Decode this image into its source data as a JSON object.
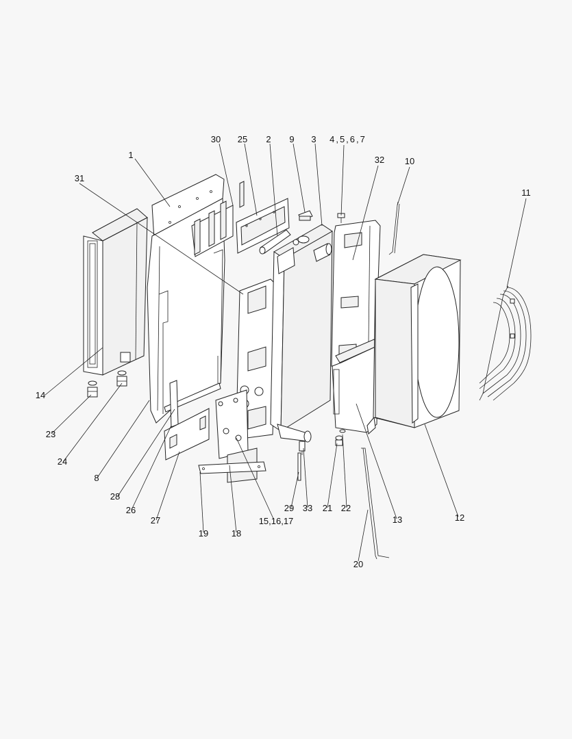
{
  "labels": {
    "l1": "1",
    "l2": "2",
    "l3": "3",
    "l4567": "4,5,6,7",
    "l8": "8",
    "l9": "9",
    "l10": "10",
    "l11": "11",
    "l12": "12",
    "l13": "13",
    "l14": "14",
    "l151617": "15,16,17",
    "l18": "18",
    "l19": "19",
    "l20": "20",
    "l21": "21",
    "l22": "22",
    "l23": "23",
    "l24": "24",
    "l25": "25",
    "l26": "26",
    "l27": "27",
    "l28": "28",
    "l29": "29",
    "l30": "30",
    "l31": "31",
    "l32": "32",
    "l33": "33"
  }
}
